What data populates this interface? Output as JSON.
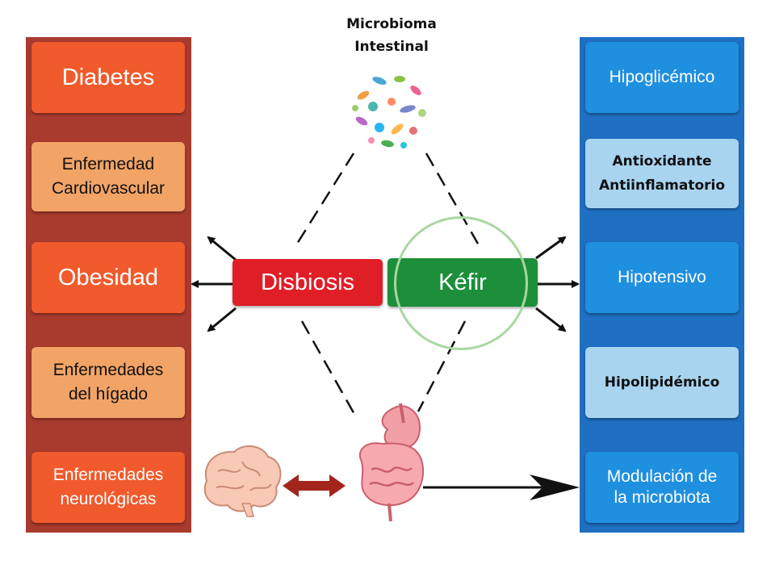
{
  "title": "Microbioma\nIntestinal",
  "left_items": [
    {
      "label": "Diabetes"
    },
    {
      "label": "Enfermedad\nCardiovascular"
    },
    {
      "label": "Obesidad"
    },
    {
      "label": "Enfermedades\ndel hígado"
    },
    {
      "label": "Enfermedades\nneurológicas"
    }
  ],
  "right_items": [
    {
      "label": "Hipoglicémico"
    },
    {
      "label": "Antioxidante\nAntiinflamatorio"
    },
    {
      "label": "Hipotensivo"
    },
    {
      "label": "Hipolipidémico"
    },
    {
      "label": "Modulación de\nla microbiota"
    }
  ],
  "center": {
    "left_label": "Disbiosis",
    "right_label": "Kéfir"
  },
  "colors": {
    "left_panel": "#a93a2e",
    "left_box_dark": "#f05a2c",
    "left_box_light": "#f2a466",
    "right_panel": "#1f6fc2",
    "right_box_dark": "#1f8fe0",
    "right_box_light": "#a8d4f0",
    "disbiosis": "#e01e26",
    "kefir": "#1d8f3a",
    "ring": "#a8d8a0",
    "brain_gut_arrow": "#a3261d"
  }
}
